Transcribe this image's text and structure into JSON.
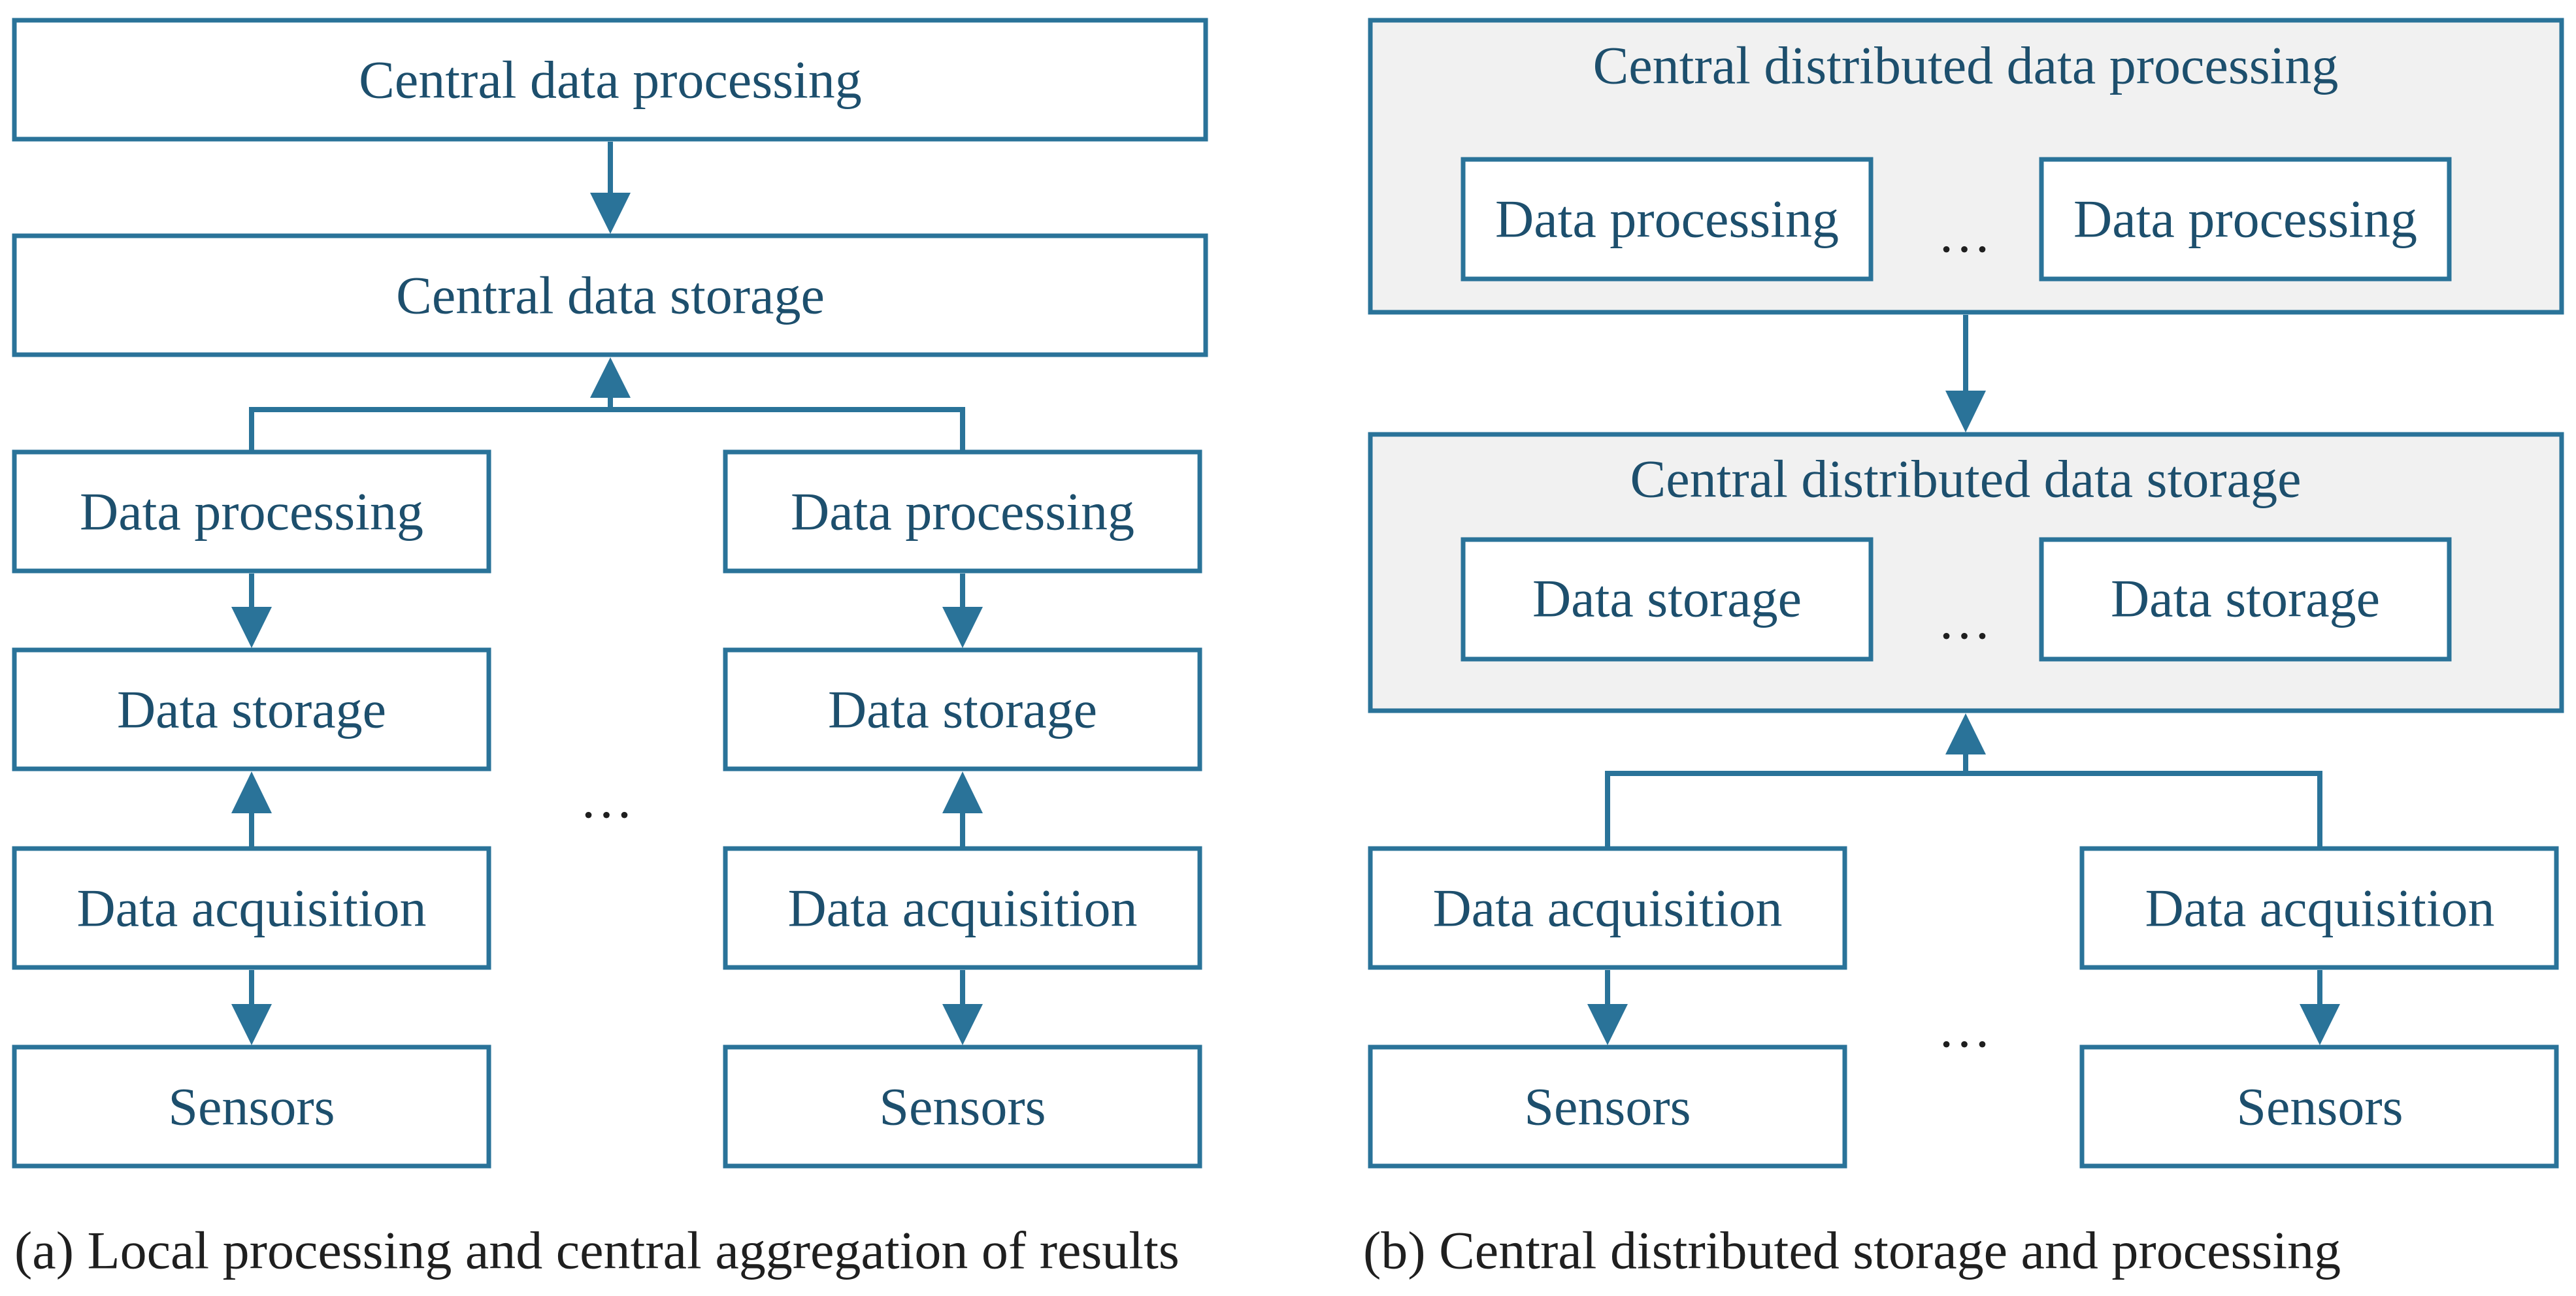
{
  "panel_a": {
    "central_processing": "Central data processing",
    "central_storage": "Central data storage",
    "left": {
      "processing": "Data processing",
      "storage": "Data storage",
      "acquisition": "Data acquisition",
      "sensors": "Sensors"
    },
    "right": {
      "processing": "Data processing",
      "storage": "Data storage",
      "acquisition": "Data acquisition",
      "sensors": "Sensors"
    },
    "ellipsis": "…",
    "caption": "(a) Local processing and central aggregation of results"
  },
  "panel_b": {
    "processing_group": "Central distributed data processing",
    "processing_left": "Data processing",
    "processing_right": "Data processing",
    "processing_ellipsis": "…",
    "storage_group": "Central distributed data storage",
    "storage_left": "Data storage",
    "storage_right": "Data storage",
    "storage_ellipsis": "…",
    "left": {
      "acquisition": "Data acquisition",
      "sensors": "Sensors"
    },
    "right": {
      "acquisition": "Data acquisition",
      "sensors": "Sensors"
    },
    "ellipsis": "…",
    "caption": "(b) Central distributed storage and processing"
  },
  "colors": {
    "stroke": "#2a7399",
    "label_text": "#1d4f6d",
    "group_fill": "#f1f1f1"
  }
}
